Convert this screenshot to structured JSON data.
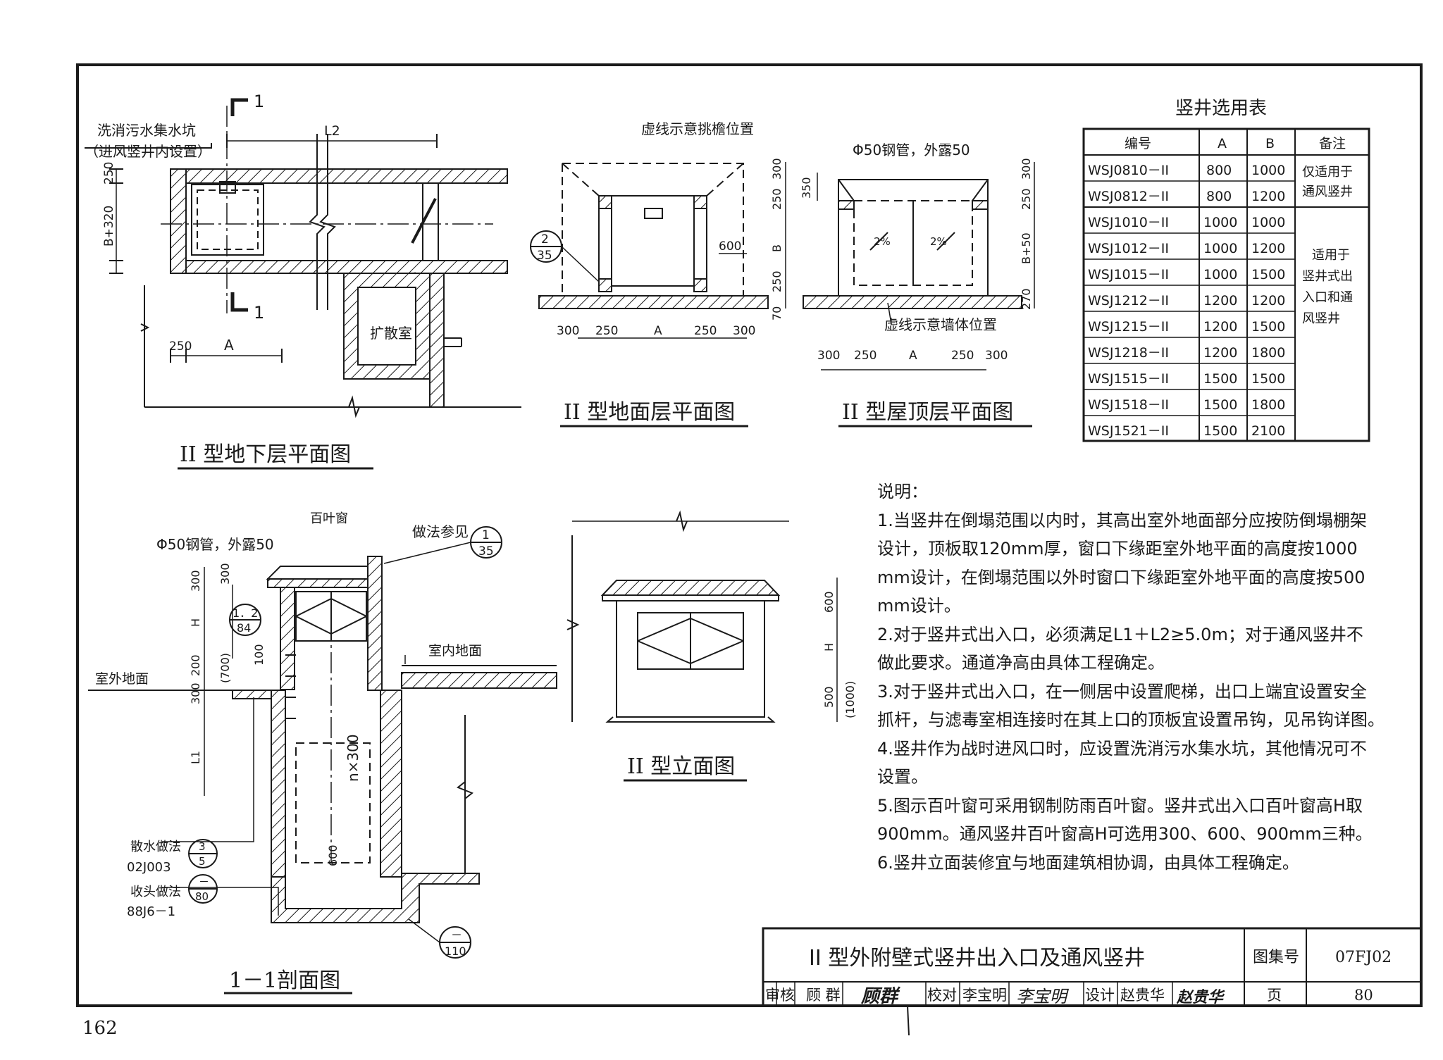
{
  "page_number": "162",
  "plan_basement": {
    "title": "II 型地下层平面图",
    "sump_label_1": "洗消污水集水坑",
    "sump_label_2": "（进风竖井内设置）",
    "diffusion_room": "扩散室",
    "section_mark": "1",
    "dim_L2": "L2",
    "dim_250_top": "250",
    "dim_B320": "B+320",
    "dim_250_bottom": "250",
    "dim_A": "A"
  },
  "plan_ground": {
    "title": "II 型地面层平面图",
    "eave_note": "虚线示意挑檐位置",
    "ref_top": "2",
    "ref_bottom": "35",
    "dim_600": "600",
    "dims_bottom": [
      "300",
      "250",
      "A",
      "250",
      "300"
    ],
    "dims_right": [
      "300",
      "250",
      "B",
      "250",
      "70"
    ]
  },
  "plan_roof": {
    "title": "II 型屋顶层平面图",
    "pipe_note": "Φ50钢管，外露50",
    "wall_note": "虚线示意墙体位置",
    "slope_left": "2%",
    "slope_right": "2%",
    "dim_350": "350",
    "dims_bottom": [
      "300",
      "250",
      "A",
      "250",
      "300"
    ],
    "dims_right": [
      "300",
      "250",
      "B+50",
      "270"
    ]
  },
  "table": {
    "title": "竖井选用表",
    "headers": [
      "编号",
      "A",
      "B",
      "备注"
    ],
    "rows": [
      [
        "WSJ0810－II",
        "800",
        "1000"
      ],
      [
        "WSJ0812－II",
        "800",
        "1200"
      ],
      [
        "WSJ1010－II",
        "1000",
        "1000"
      ],
      [
        "WSJ1012－II",
        "1000",
        "1200"
      ],
      [
        "WSJ1015－II",
        "1000",
        "1500"
      ],
      [
        "WSJ1212－II",
        "1200",
        "1200"
      ],
      [
        "WSJ1215－II",
        "1200",
        "1500"
      ],
      [
        "WSJ1218－II",
        "1200",
        "1800"
      ],
      [
        "WSJ1515－II",
        "1500",
        "1500"
      ],
      [
        "WSJ1518－II",
        "1500",
        "1800"
      ],
      [
        "WSJ1521－II",
        "1500",
        "2100"
      ]
    ],
    "remark_1": [
      "仅适用于",
      "通风竖井"
    ],
    "remark_2": [
      "适用于",
      "竖井式出",
      "入口和通",
      "风竖井"
    ]
  },
  "section": {
    "title": "1－1剖面图",
    "louver": "百叶窗",
    "pipe_note": "Φ50钢管，外露50",
    "detail_ref": "做法参见",
    "detail_top": "1",
    "detail_bottom": "35",
    "ref84_top": "1．2",
    "ref84_bottom": "84",
    "indoor": "室内地面",
    "outdoor": "室外地面",
    "apron": "散水做法",
    "apron_code": "02J003",
    "apron_top": "3",
    "apron_bottom": "5",
    "edge": "收头做法",
    "edge_code": "88J6－1",
    "edge_top": "－",
    "edge_bottom": "80",
    "ref110_top": "－",
    "ref110_bottom": "110",
    "dims_left": [
      "300",
      "H",
      "200",
      "300",
      "L1"
    ],
    "dim_300b": "300",
    "dim_700": "(700)",
    "dim_100": "100",
    "dim_nx300": "n×300",
    "dim_600": "600"
  },
  "elevation": {
    "title": "II 型立面图",
    "dim_600": "600",
    "dim_H": "H",
    "dim_500": "500",
    "dim_1000": "(1000)"
  },
  "notes": {
    "heading": "说明：",
    "lines": [
      "1.当竖井在倒塌范围以内时，其高出室外地面部分应按防倒塌棚架",
      "设计，顶板取120mm厚，窗口下缘距室外地平面的高度按1000",
      "mm设计，在倒塌范围以外时窗口下缘距室外地平面的高度按500",
      "mm设计。",
      "2.对于竖井式出入口，必须满足L1＋L2≥5.0m；对于通风竖井不",
      "做此要求。通道净高由具体工程确定。",
      "3.对于竖井式出入口，在一侧居中设置爬梯，出口上端宜设置安全",
      "抓杆，与滤毒室相连接时在其上口的顶板宜设置吊钩，见吊钩详图。",
      "4.竖井作为战时进风口时，应设置洗消污水集水坑，其他情况可不",
      "设置。",
      "5.图示百叶窗可采用钢制防雨百叶窗。竖井式出入口百叶窗高H取",
      "900mm。通风竖井百叶窗高H可选用300、600、900mm三种。",
      "6.竖井立面装修宜与地面建筑相协调，由具体工程确定。"
    ]
  },
  "title_block": {
    "title": "II 型外附壁式竖井出入口及通风竖井",
    "atlas_label": "图集号",
    "atlas_no": "07FJ02",
    "page_label": "页",
    "page_no": "80",
    "review_label": "审核",
    "reviewer": "顾 群",
    "reviewer_sig": "顾群",
    "check_label": "校对",
    "checker": "李宝明",
    "checker_sig": "李宝明",
    "design_label": "设计",
    "designer": "赵贵华",
    "designer_sig": "赵贵华"
  },
  "colors": {
    "ink": "#1a1a1a",
    "paper": "#ffffff"
  }
}
